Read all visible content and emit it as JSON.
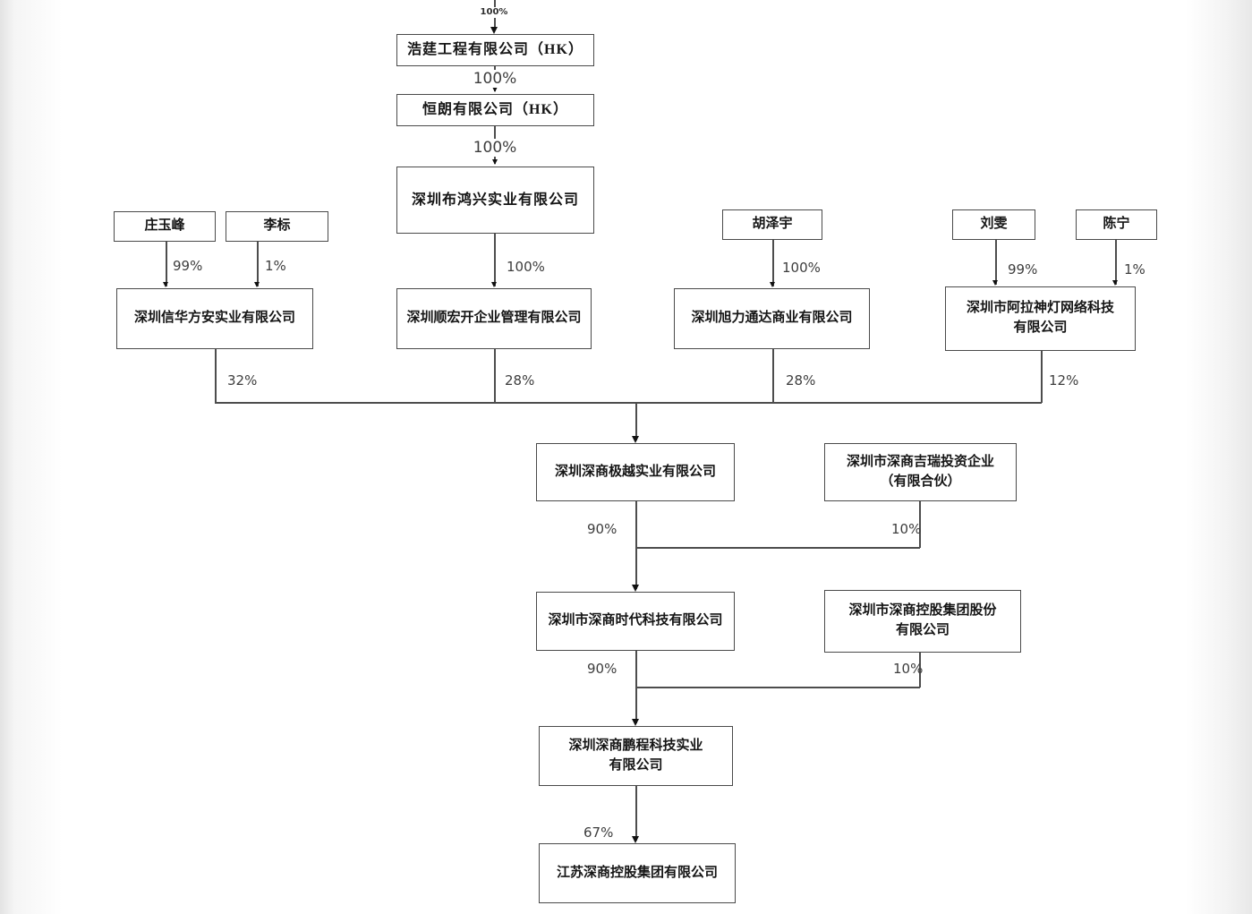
{
  "diagram_title": "equity-ownership-structure-chart",
  "nodes": {
    "haoting": {
      "label": "浩莛工程有限公司（HK）"
    },
    "henglang": {
      "label": "恒朗有限公司（HK）"
    },
    "buhongxing": {
      "label": "深圳布鸿兴实业有限公司"
    },
    "zhuang_yufeng": {
      "label": "庄玉峰"
    },
    "li_biao": {
      "label": "李标"
    },
    "hu_zeyu": {
      "label": "胡泽宇"
    },
    "liu_wen": {
      "label": "刘雯"
    },
    "chen_ning": {
      "label": "陈宁"
    },
    "xinhua_fangan": {
      "label": "深圳信华方安实业有限公司"
    },
    "shunhongkai": {
      "label": "深圳顺宏开企业管理有限公司"
    },
    "xuli_tongda": {
      "label": "深圳旭力通达商业有限公司"
    },
    "alashendeng": {
      "label": "深圳市阿拉神灯网络科技\n有限公司"
    },
    "jiyue": {
      "label": "深圳深商极越实业有限公司"
    },
    "jirui": {
      "label": "深圳市深商吉瑞投资企业\n（有限合伙）"
    },
    "shidai": {
      "label": "深圳市深商时代科技有限公司"
    },
    "shenshang_konggu": {
      "label": "深圳市深商控股集团股份\n有限公司"
    },
    "pengcheng": {
      "label": "深圳深商鹏程科技实业\n有限公司"
    },
    "jiangsu": {
      "label": "江苏深商控股集团有限公司"
    }
  },
  "edge_labels": {
    "into_haoting": "100%",
    "haoting_henglang": "100%",
    "henglang_buhongxing": "100%",
    "zhuang_xinhua": "99%",
    "libiao_xinhua": "1%",
    "buhongxing_shunhongkai": "100%",
    "hu_xuli": "100%",
    "liu_alashendeng": "99%",
    "chen_alashendeng": "1%",
    "xinhua_jiyue": "32%",
    "shunhongkai_jiyue": "28%",
    "xuli_jiyue": "28%",
    "alashendeng_jiyue": "12%",
    "jiyue_shidai": "90%",
    "jirui_shidai": "10%",
    "shidai_pengcheng": "90%",
    "konggu_pengcheng": "10%",
    "pengcheng_jiangsu": "67%"
  },
  "colors": {
    "line": "#4d4d4d",
    "box_border": "#4a4a4a",
    "text": "#151515",
    "pct_text": "#3d3d3d",
    "background": "#ffffff"
  }
}
